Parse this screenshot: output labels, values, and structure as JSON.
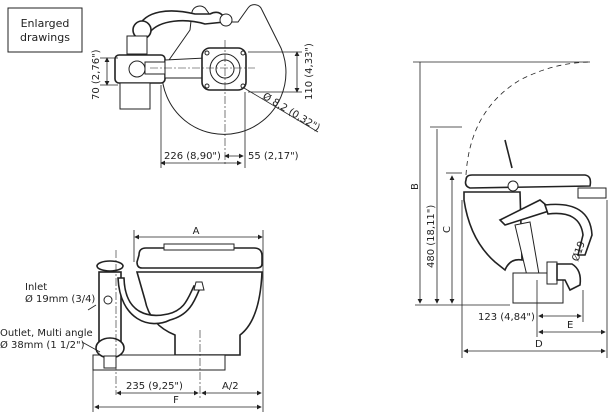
{
  "legend_box": {
    "line1": "Enlarged",
    "line2": "drawings"
  },
  "top_view": {
    "dim_pump_width": "70 (2,76\")",
    "dim_flange_height": "110 (4,33\")",
    "dim_bolt_hole": "Ø 8,2 (0,32\")",
    "dim_pump_offset": "226 (8,90\")",
    "dim_flange_offset": "55 (2,17\")"
  },
  "side_view": {
    "dim_a": "A",
    "dim_a_half": "A/2",
    "dim_f": "F",
    "dim_235": "235 (9,25\")",
    "inlet_label": "Inlet",
    "inlet_size": "Ø 19mm (3/4)",
    "outlet_label": "Outlet, Multi angle",
    "outlet_size": "Ø 38mm (1 1/2\")"
  },
  "front_view": {
    "dim_b": "B",
    "dim_480": "480 (18,11\")",
    "dim_c": "C",
    "dim_123": "123 (4,84\")",
    "dim_e": "E",
    "dim_d": "D",
    "dim_hose": "Ø19"
  }
}
